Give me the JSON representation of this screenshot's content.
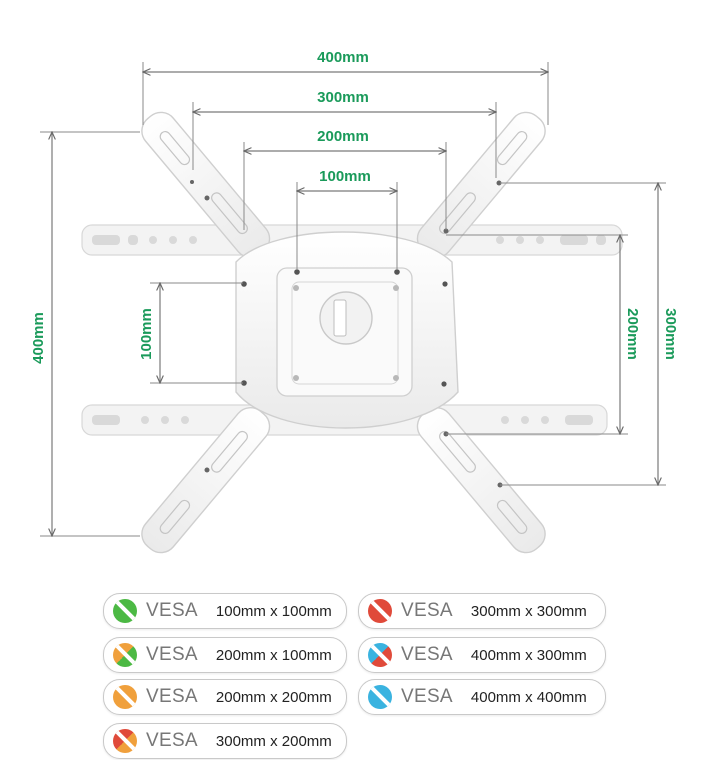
{
  "dimensions": {
    "horizontal": [
      "400mm",
      "300mm",
      "200mm",
      "100mm"
    ],
    "left_vertical_outer": "400mm",
    "left_vertical_inner": "100mm",
    "right_vertical_inner": "200mm",
    "right_vertical_outer": "300mm"
  },
  "colors": {
    "dimension_text": "#1a9a5a",
    "green": "#4cb944",
    "orange": "#f0a03c",
    "red": "#e04a3a",
    "blue": "#3ab3e0"
  },
  "compatibility": [
    {
      "icon": "green-dot-icon",
      "color": [
        "#4cb944",
        "#4cb944"
      ],
      "label": "VESA",
      "size": "100mm x 100mm"
    },
    {
      "icon": "green-orange-dot-icon",
      "color": [
        "#f0a03c",
        "#4cb944"
      ],
      "label": "VESA",
      "size": "200mm x 100mm"
    },
    {
      "icon": "orange-dot-icon",
      "color": [
        "#f0a03c",
        "#f0a03c"
      ],
      "label": "VESA",
      "size": "200mm x 200mm"
    },
    {
      "icon": "red-orange-dot-icon",
      "color": [
        "#e04a3a",
        "#f0a03c"
      ],
      "label": "VESA",
      "size": "300mm x 200mm"
    },
    {
      "icon": "red-dot-icon",
      "color": [
        "#e04a3a",
        "#e04a3a"
      ],
      "label": "VESA",
      "size": "300mm x 300mm"
    },
    {
      "icon": "blue-red-dot-icon",
      "color": [
        "#3ab3e0",
        "#e04a3a"
      ],
      "label": "VESA",
      "size": "400mm x 300mm"
    },
    {
      "icon": "blue-dot-icon",
      "color": [
        "#3ab3e0",
        "#3ab3e0"
      ],
      "label": "VESA",
      "size": "400mm x 400mm"
    }
  ]
}
